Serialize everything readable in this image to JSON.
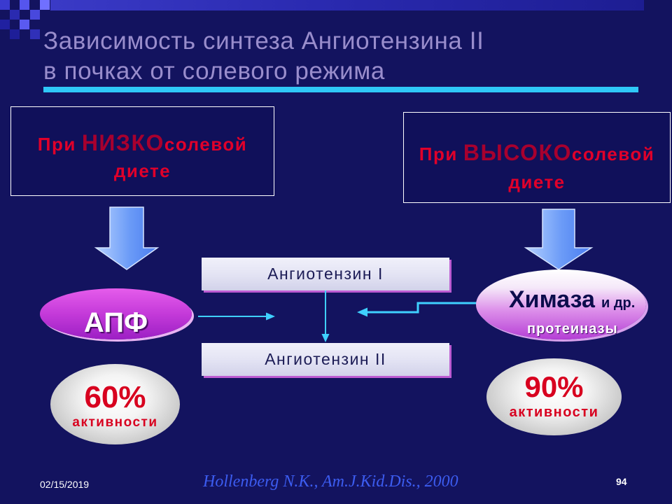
{
  "slide": {
    "title": {
      "line1": "Зависимость синтеза Ангиотензина II",
      "line2": "в почках от солевого режима"
    },
    "footer": {
      "date": "02/15/2019",
      "citation": "Hollenberg N.K., Am.J.Kid.Dis., 2000",
      "page_number": "94"
    }
  },
  "low_salt_box": {
    "prefix": "При",
    "emphasis": "НИЗКО",
    "suffix": "солевой",
    "line2": "диете"
  },
  "high_salt_box": {
    "prefix": "При",
    "emphasis": "ВЫСОКО",
    "suffix": "солевой",
    "line2": "диете"
  },
  "pathway": {
    "substrate": "Ангиотензин I",
    "product": "Ангиотензин II"
  },
  "ace": {
    "label": "АПФ",
    "activity_percent": "60%",
    "activity_label": "активности"
  },
  "chymase": {
    "label": "Химаза",
    "label_suffix": "и др.",
    "line2": "протеиназы",
    "activity_percent": "90%",
    "activity_label": "активности"
  },
  "colors": {
    "background": "#13135f",
    "header_stripe": "#2a2ab0",
    "title": "#998dcc",
    "accent_line": "#2fc8f8",
    "text_red": "#e0002a",
    "text_red_emphasis": "#a8002e",
    "connector": "#3fd0ff",
    "arrow_blue": "#6b9bf7",
    "ace_purple": "#c43ad9",
    "pathway_box": "#e4e4f4",
    "citation": "#3c5cf0",
    "activity_red": "#d8001f"
  }
}
